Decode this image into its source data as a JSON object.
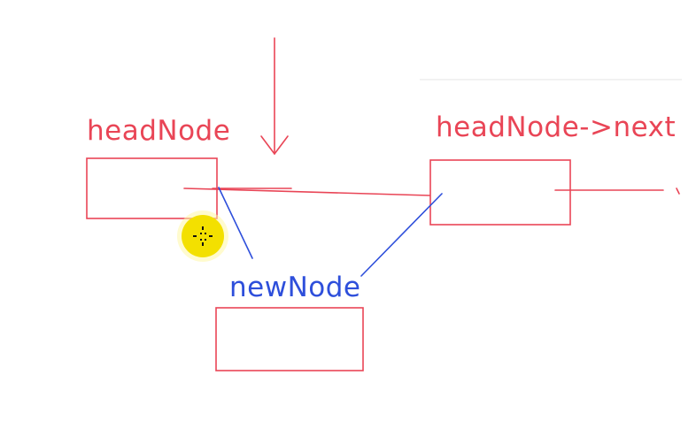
{
  "colors": {
    "red": "#e94556",
    "blue": "#2e4fdb",
    "cursor_fill": "#f3e000",
    "cursor_halo": "#fff7a6",
    "cursor_mark": "#111111",
    "faint_rule": "#eeeeee"
  },
  "labels": {
    "head_node": "headNode",
    "head_next": "headNode->next",
    "new_node": "newNode"
  },
  "icons": {
    "cursor": "move-cursor-icon"
  }
}
